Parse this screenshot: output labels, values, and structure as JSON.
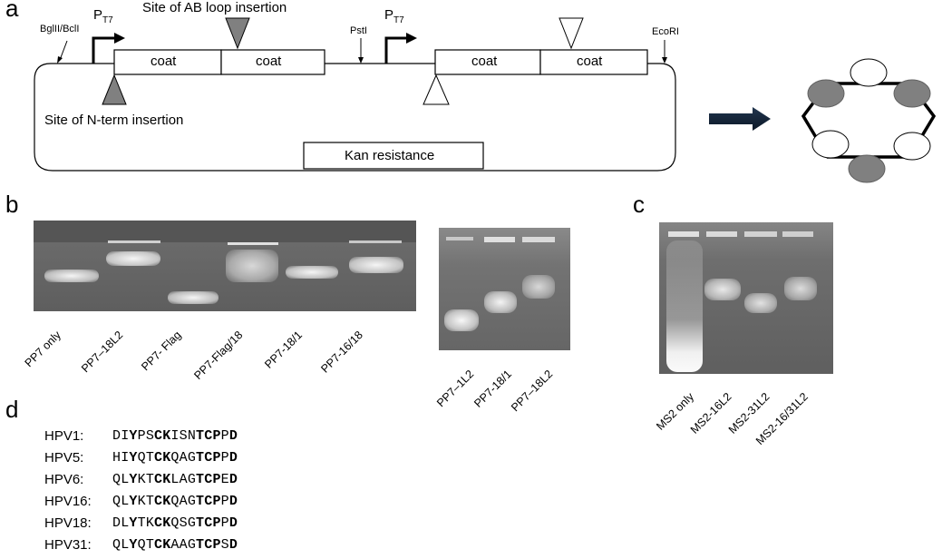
{
  "panels": {
    "a": "a",
    "b": "b",
    "c": "c",
    "d": "d"
  },
  "plasmid": {
    "labels": {
      "bglii": "BglII/BclI",
      "pt7": "P",
      "pt7_sub": "T7",
      "ab_loop": "Site of AB loop insertion",
      "psti": "PstI",
      "ecori": "EcoRI",
      "nterm": "Site of N-term insertion",
      "kan": "Kan resistance"
    },
    "coat_boxes": [
      "coat",
      "coat",
      "coat",
      "coat"
    ]
  },
  "gel_b1": {
    "lanes": [
      "PP7 only",
      "PP7–18L2",
      "PP7- Flag",
      "PP7-Flag/18",
      "PP7-18/1",
      "PP7-16/18"
    ]
  },
  "gel_b2": {
    "lanes": [
      "PP7–1L2",
      "PP7-18/1",
      "PP7–18L2"
    ]
  },
  "gel_c": {
    "lanes": [
      "MS2 only",
      "MS2-16L2",
      "MS2-31L2",
      "MS2-16/31L2"
    ]
  },
  "sequences": [
    {
      "name": "HPV1:",
      "seq": "DIYPSCKISNTCPPD"
    },
    {
      "name": "HPV5:",
      "seq": "HIYQTCKQAGTCPPD"
    },
    {
      "name": "HPV6:",
      "seq": "QLYKTCKLAGTCPED"
    },
    {
      "name": "HPV16:",
      "seq": "QLYKTCKQAGTCPPD"
    },
    {
      "name": "HPV18:",
      "seq": "DLYTKCKQSGTCPPD"
    },
    {
      "name": "HPV31:",
      "seq": "QLYQTCKAAGTCPSD"
    }
  ],
  "colors": {
    "gel": "#6e6e6e",
    "band": "#e9e9e9",
    "marker": "#888888"
  }
}
